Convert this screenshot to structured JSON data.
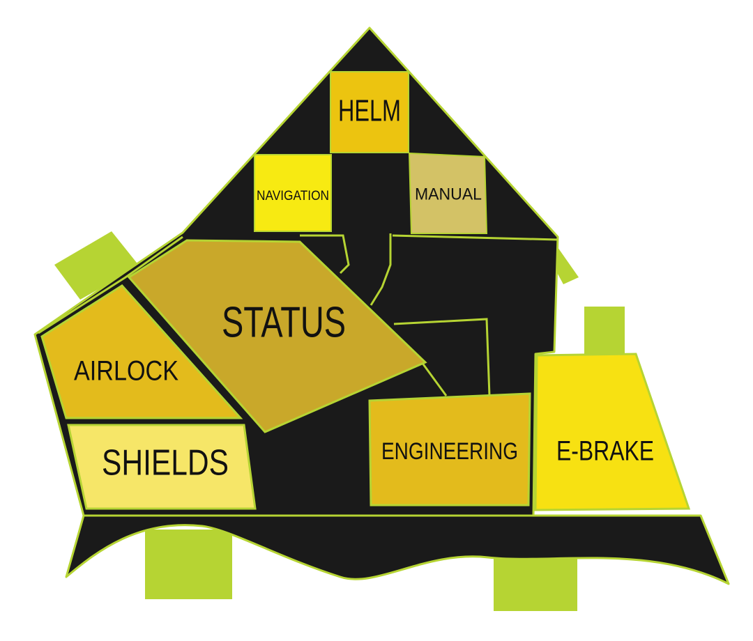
{
  "panels": {
    "helm": "HELM",
    "navigation": "NAVIGATION",
    "manual": "MANUAL",
    "status": "STATUS",
    "airlock": "AIRLOCK",
    "shields": "SHIELDS",
    "engineering": "ENGINEERING",
    "ebrake": "E-BRAKE"
  },
  "colors": {
    "hull": "#1a1a1a",
    "outline": "#b6d433",
    "thruster": "#b6d433",
    "helm": "#ecc410",
    "navigation": "#f7ea12",
    "manual": "#d3c266",
    "status": "#c9a82a",
    "airlock": "#e3bb1c",
    "shields": "#f6e668",
    "engineering": "#e3bb1c",
    "ebrake": "#f7e112"
  }
}
